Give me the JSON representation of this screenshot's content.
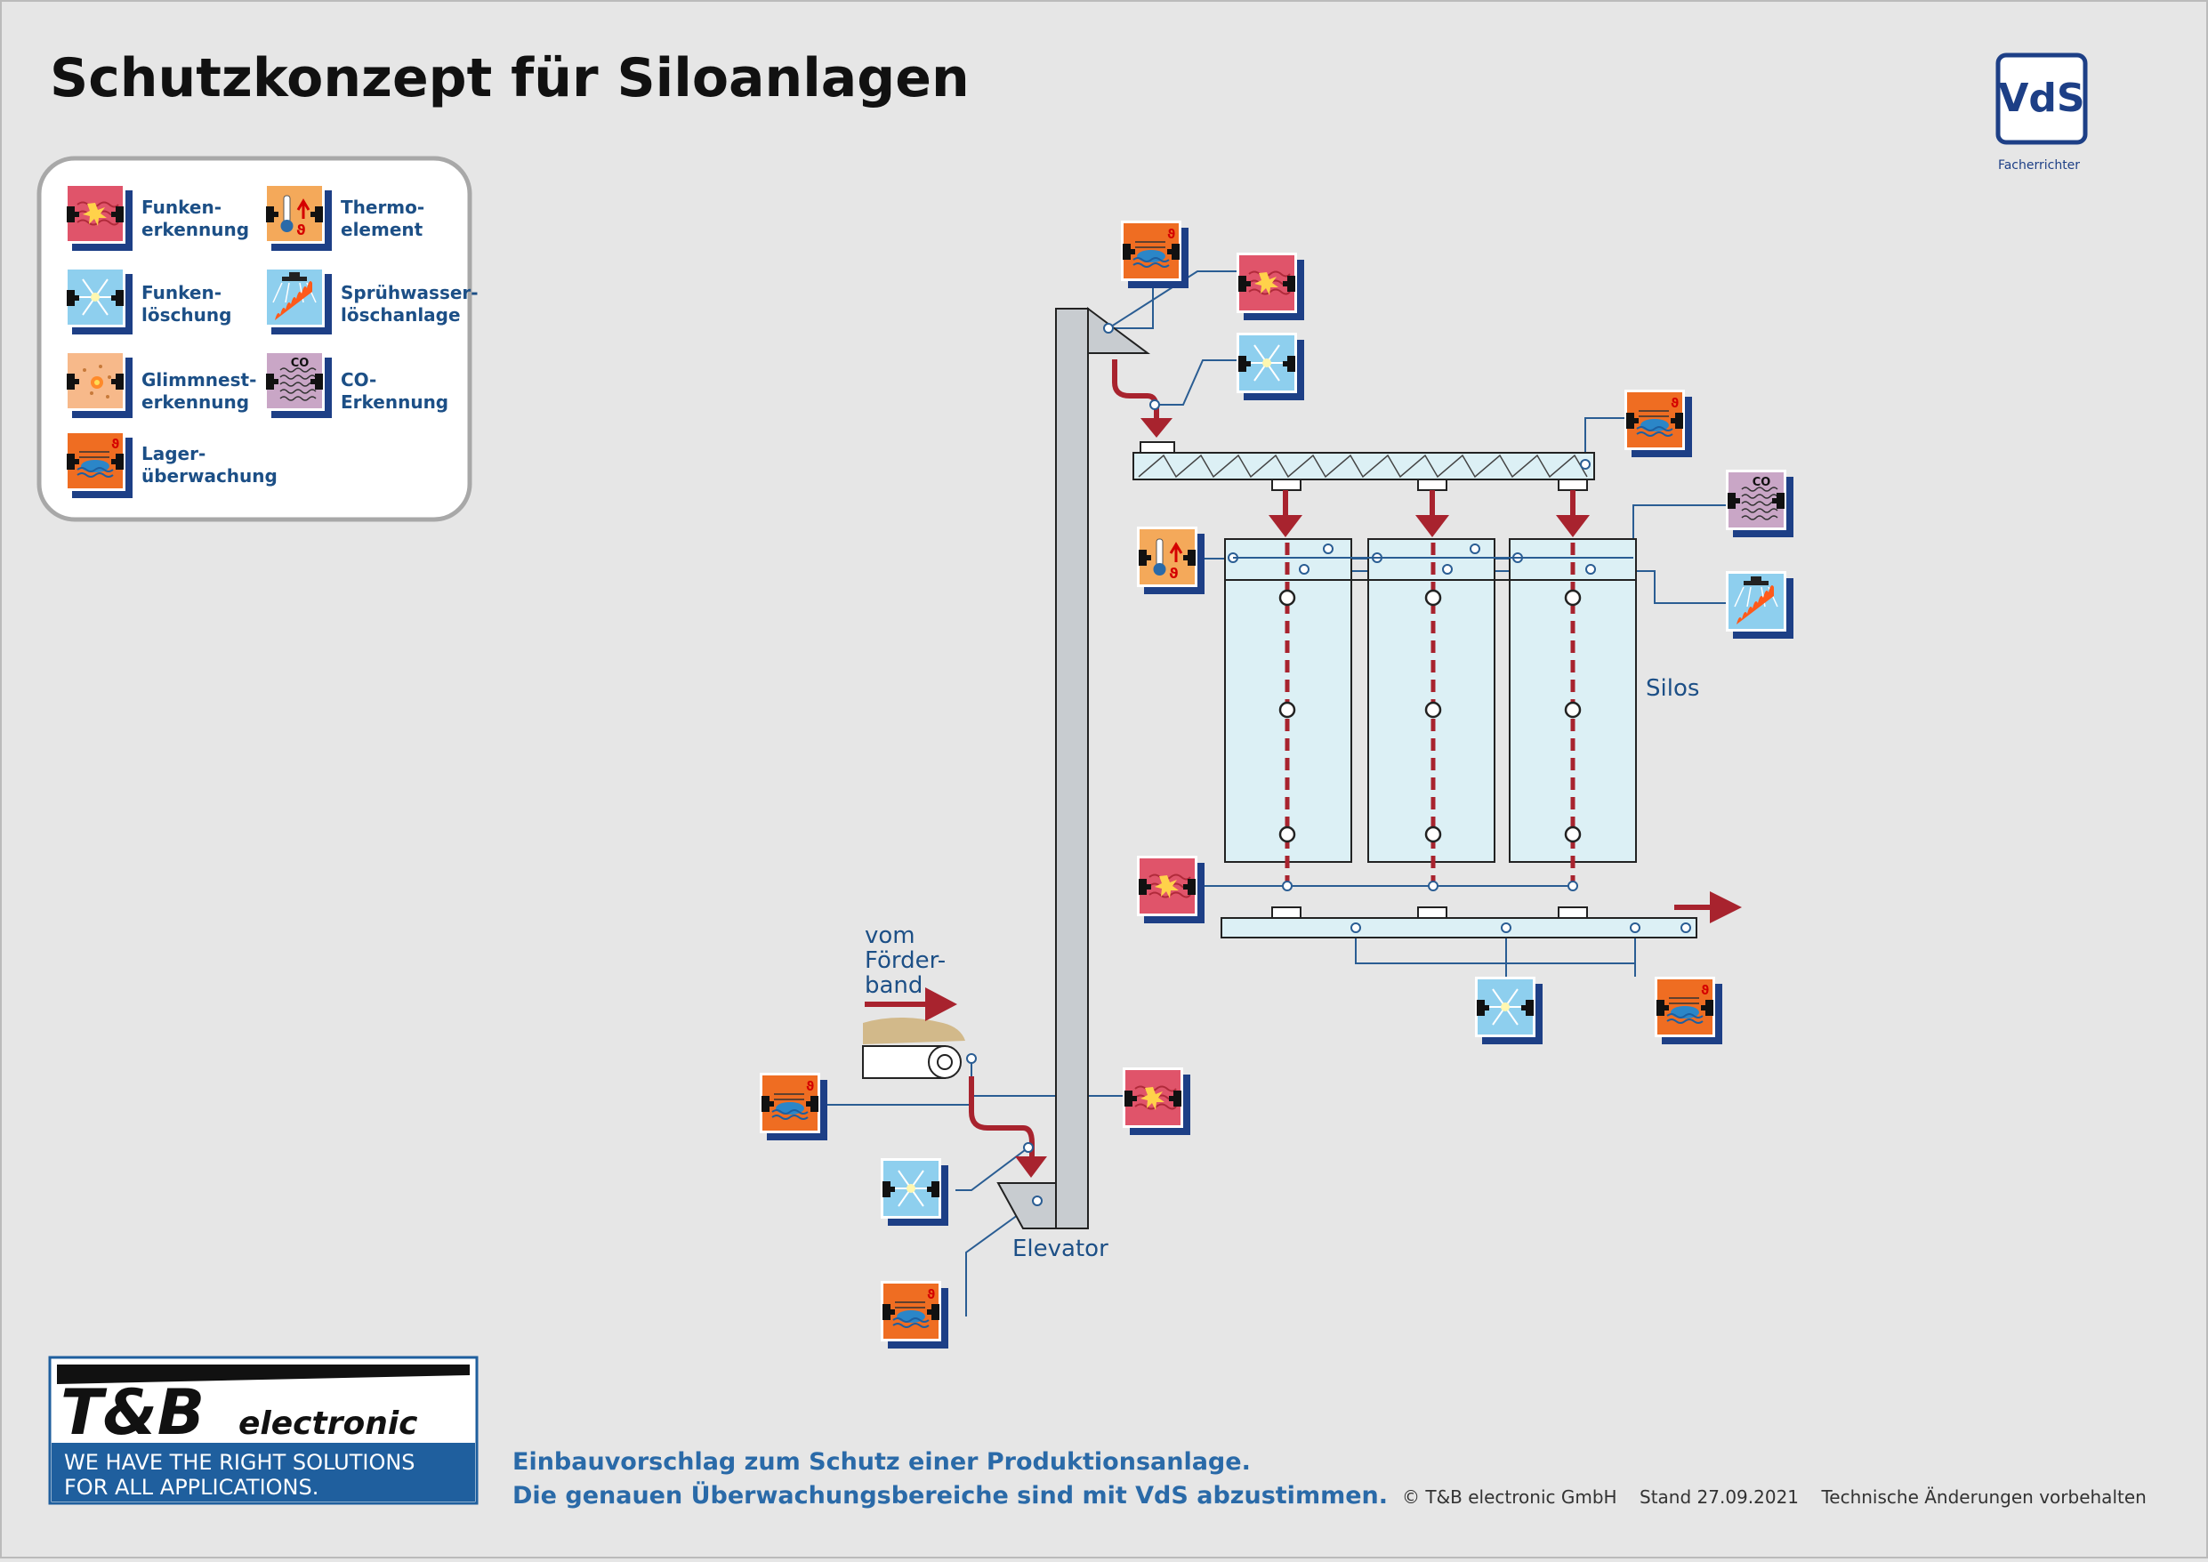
{
  "title": "Schutzkonzept für Siloanlagen",
  "badge": {
    "logo_text": "VdS",
    "caption": "Facherrichter"
  },
  "legend": [
    {
      "id": "funkenerkennung",
      "line1": "Funken-",
      "line2": "erkennung",
      "icon": "spark-detector-icon",
      "color": "#e0546a"
    },
    {
      "id": "thermoelement",
      "line1": "Thermo-",
      "line2": "element",
      "icon": "thermocouple-icon",
      "color": "#f4a95a"
    },
    {
      "id": "funkenloeschung",
      "line1": "Funken-",
      "line2": "löschung",
      "icon": "spark-extinguisher-icon",
      "color": "#8ecfee"
    },
    {
      "id": "spruehwasser",
      "line1": "Sprühwasser-",
      "line2": "löschanlage",
      "icon": "sprinkler-icon",
      "color": "#8ecfee"
    },
    {
      "id": "glimmnest",
      "line1": "Glimmnest-",
      "line2": "erkennung",
      "icon": "ember-detector-icon",
      "color": "#f7b98a"
    },
    {
      "id": "co",
      "line1": "CO-",
      "line2": "Erkennung",
      "icon": "co-detector-icon",
      "color": "#c9a6c6",
      "glyph": "CO"
    },
    {
      "id": "lager",
      "line1": "Lager-",
      "line2": "überwachung",
      "icon": "bearing-monitor-icon",
      "color": "#ef6d22"
    }
  ],
  "labels": {
    "silos": "Silos",
    "elevator": "Elevator",
    "conveyor_line1": "vom",
    "conveyor_line2": "Förder-",
    "conveyor_line3": "band"
  },
  "company": {
    "name_big": "T&B",
    "name_small": "electronic",
    "slogan_line1": "WE HAVE THE RIGHT SOLUTIONS",
    "slogan_line2": "FOR ALL APPLICATIONS."
  },
  "footer": {
    "line1": "Einbauvorschlag zum Schutz einer Produktionsanlage.",
    "line2": "Die genauen Überwachungsbereiche sind mit VdS abzustimmen.",
    "copyright": "© T&B electronic GmbH    Stand 27.09.2021    Technische Änderungen vorbehalten"
  },
  "colors": {
    "title": "#111111",
    "text_blue": "#1c4f86",
    "footer_blue": "#2a6aa8",
    "arrow_red": "#a8232e",
    "wire_blue": "#2a5d93",
    "silo_fill": "#dcf0f5",
    "elevator_fill": "#c8ccd0",
    "shadow_blue": "#1d3f86",
    "company_blue": "#1f5f9e"
  }
}
